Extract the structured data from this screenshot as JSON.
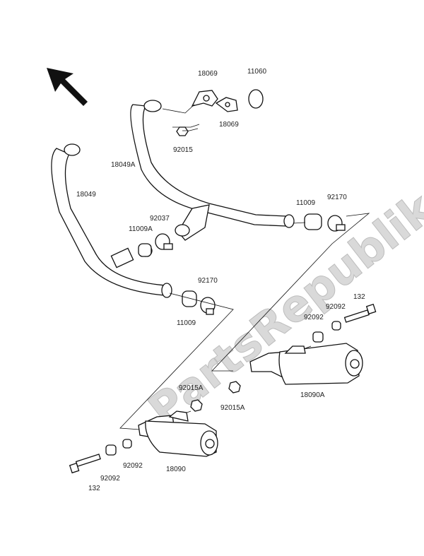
{
  "watermark": "PartsRepublik",
  "labels": {
    "p18069a": "18069",
    "p11060": "11060",
    "p18069b": "18069",
    "p92015": "92015",
    "p18049a": "18049A",
    "p18049": "18049",
    "p11009a": "11009A",
    "p92037": "92037",
    "p11009b": "11009",
    "p92170a": "92170",
    "p11009c": "11009",
    "p92170b": "92170",
    "p132a": "132",
    "p92092a": "92092",
    "p92092b": "92092",
    "p92015a_r": "92015A",
    "p18090a": "18090A",
    "p92015a_l": "92015A",
    "p92092c": "92092",
    "p18090": "18090",
    "p92092d": "92092",
    "p132b": "132"
  }
}
